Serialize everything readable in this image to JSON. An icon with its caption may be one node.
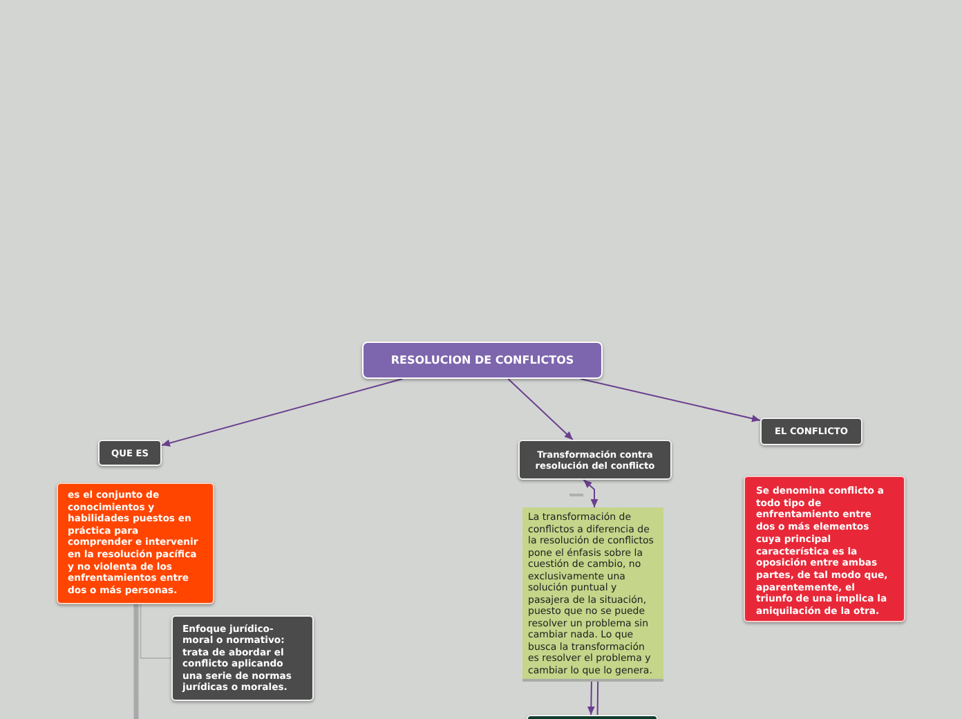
{
  "diagram": {
    "nodes": [
      {
        "text": [
          "RESOLUCION DE CONFLICTOS"
        ]
      },
      {
        "text": [
          "QUE ES"
        ]
      },
      {
        "text": [
          "es el conjunto de conocimientos y habilidades puestos en práctica para comprender e intervenir en la resolución pacífica y no violenta de los enfrentamientos entre dos o más personas."
        ]
      },
      {
        "text": [
          "Enfoque jurídico-moral o normativo: trata de abordar el conflicto aplicando una serie de normas jurídicas o morales."
        ]
      },
      {
        "text": [
          "Transformación contra resolución del conflicto"
        ]
      },
      {
        "text": [
          "La transformación de conflictos a diferencia de la resolución de conflictos pone el énfasis sobre la cuestión de cambio, no exclusivamente una solución puntual y pasajera de la situación, puesto que no se puede resolver un problema sin cambiar nada. Lo que busca la transformación es resolver el problema y cambiar lo que lo genera."
        ]
      },
      {
        "text": [],
        "shape": "box"
      },
      {
        "text": [
          "EL CONFLICTO"
        ]
      },
      {
        "text": [
          "Se denomina conflicto a todo tipo de enfrentamiento entre dos o más elementos cuya principal característica es la oposición entre ambas partes, de tal modo que, aparentemente, el triunfo de una implica la aniquilación de la otra."
        ]
      }
    ],
    "edges": [
      {
        "from": 0,
        "to": 1,
        "arrow": "to"
      },
      {
        "from": 0,
        "to": 4,
        "arrow": "to"
      },
      {
        "from": 0,
        "to": 7,
        "arrow": "to"
      },
      {
        "from": 4,
        "to": 5,
        "arrow": "both"
      },
      {
        "from": 5,
        "to": 6,
        "arrow": "to"
      },
      {
        "from": 5,
        "to": 6,
        "arrow": "none"
      },
      {
        "from": 2,
        "to": 3,
        "arrow": "none",
        "color": "#b4b4b4"
      },
      {
        "from": 2,
        "to": null,
        "arrow": "none",
        "style": "thick",
        "color": "#a9a9a9"
      }
    ]
  }
}
